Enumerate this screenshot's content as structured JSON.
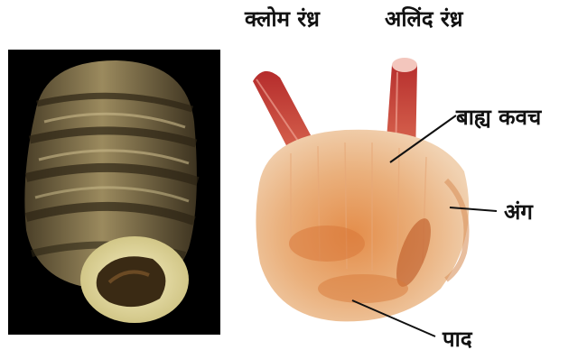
{
  "labels": {
    "gill_aperture": "क्लोम रंध्र",
    "atrial_aperture": "अलिंद रंध्र",
    "mantle": "बाह्य कवच",
    "body": "अंग",
    "foot": "पाद"
  },
  "colors": {
    "left_background": "#000000",
    "shell_brown": "#7a6a45",
    "shell_cream": "#e8dba0",
    "siphon_red": "#c43a3a",
    "body_peach": "#e9b482",
    "body_orange": "#d77a3a",
    "leader_line": "#111111"
  }
}
